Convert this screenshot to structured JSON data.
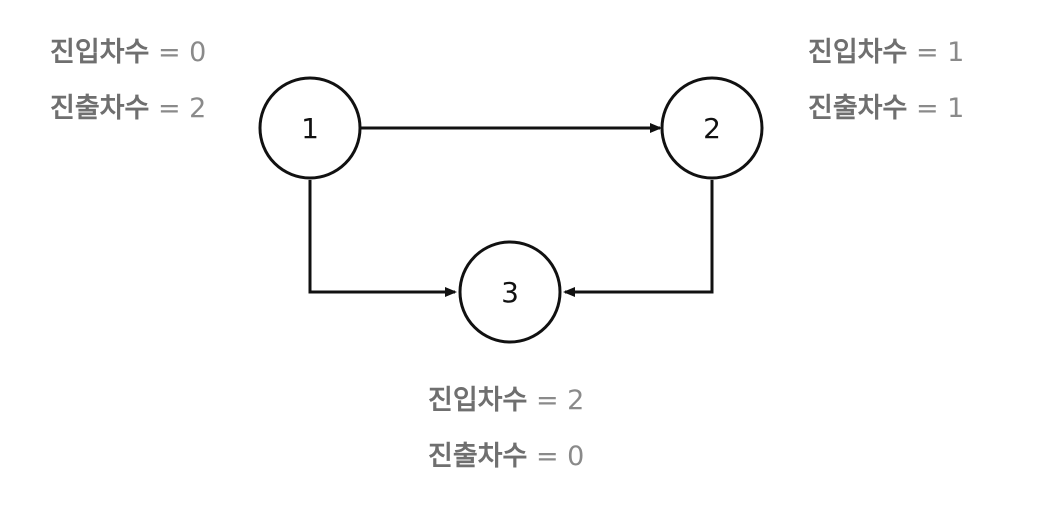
{
  "nodes": [
    {
      "id": "1",
      "label": "1",
      "in_degree_label": "진입차수 = 0",
      "out_degree_label": "진출차수 = 2"
    },
    {
      "id": "2",
      "label": "2",
      "in_degree_label": "진입차수 = 1",
      "out_degree_label": "진출차수 = 1"
    },
    {
      "id": "3",
      "label": "3",
      "in_degree_label": "진입차수 = 2",
      "out_degree_label": "진출차수 = 0"
    }
  ],
  "edges": [
    {
      "from": "1",
      "to": "2"
    },
    {
      "from": "1",
      "to": "3"
    },
    {
      "from": "2",
      "to": "3"
    }
  ],
  "labels": {
    "term_in": "진입차수",
    "term_out": "진출차수",
    "node1_in_value": "= 0",
    "node1_out_value": "= 2",
    "node2_in_value": "= 1",
    "node2_out_value": "= 1",
    "node3_in_value": "= 2",
    "node3_out_value": "= 0"
  },
  "colors": {
    "node_stroke": "#111111",
    "edge": "#111111",
    "label_text": "#777777",
    "background": "#ffffff"
  }
}
